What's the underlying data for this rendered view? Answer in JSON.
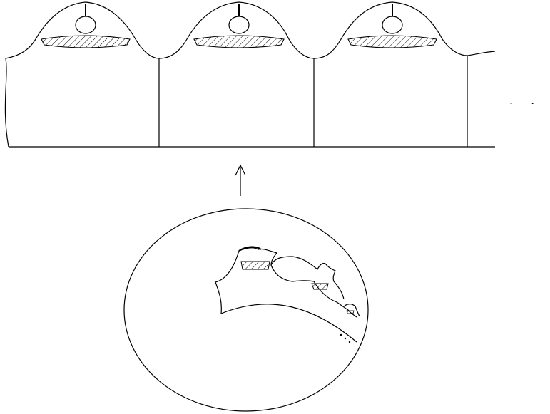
{
  "diagram": {
    "top_strip": {
      "repeat_units": 3,
      "continuation_mark": ". ."
    },
    "arrow": {
      "direction": "up"
    },
    "disk": {
      "continuation_mark": ".\n.\n."
    }
  }
}
